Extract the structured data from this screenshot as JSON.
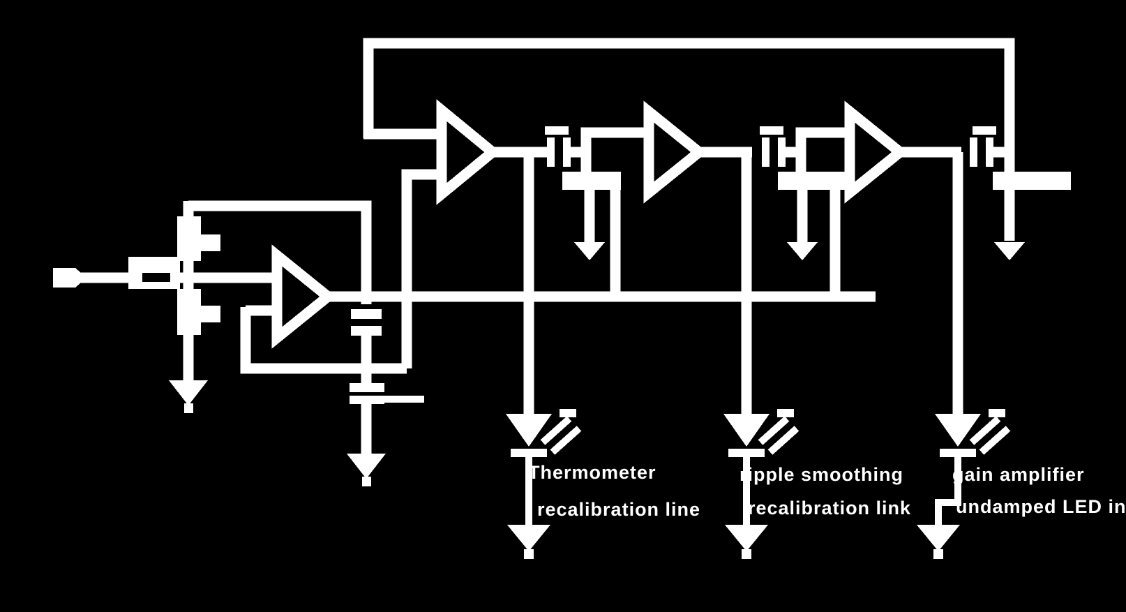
{
  "diagram": {
    "kind": "op-amp chain circuit schematic with LED indicators",
    "background_color": "#000000",
    "line_color": "#ffffff",
    "op_amp_count": 4,
    "led_count": 3,
    "ground_symbol_count": 8,
    "led_labels": [
      {
        "line1": "Thermometer",
        "line2": "recalibration line"
      },
      {
        "line1": "ripple smoothing",
        "line2": "recalibration link"
      },
      {
        "line1": "gain amplifier",
        "line2": "undamped LED in"
      }
    ]
  }
}
